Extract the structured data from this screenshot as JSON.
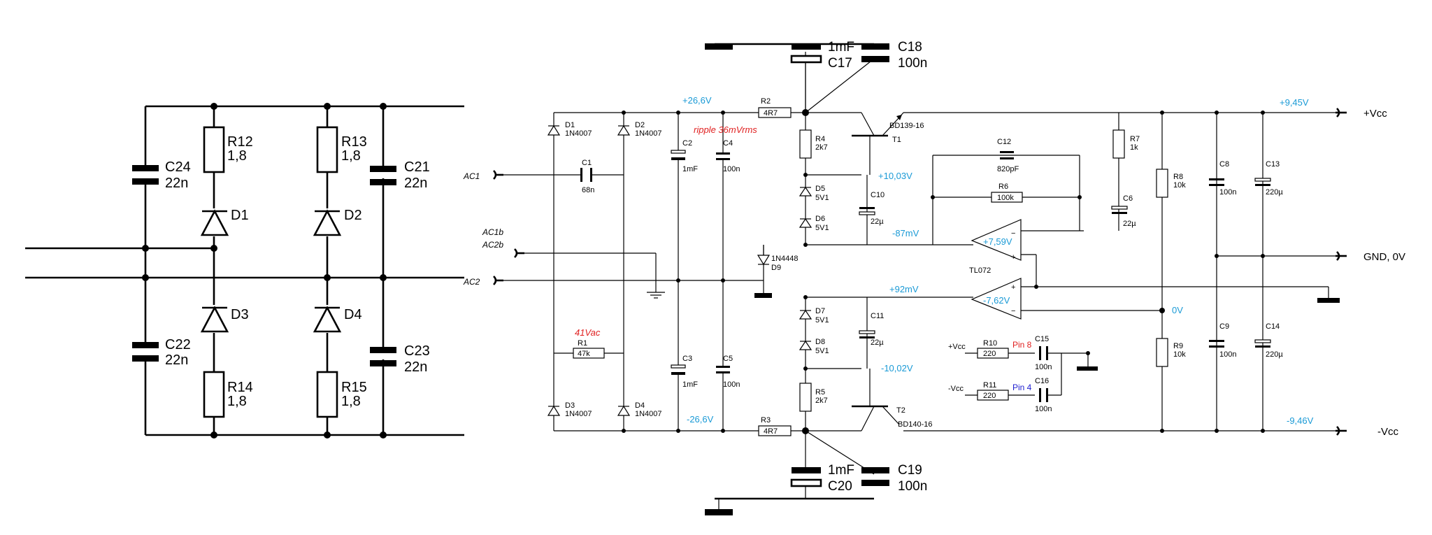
{
  "left": {
    "components": {
      "C24": {
        "name": "C24",
        "value": "22n"
      },
      "C21": {
        "name": "C21",
        "value": "22n"
      },
      "C22": {
        "name": "C22",
        "value": "22n"
      },
      "C23": {
        "name": "C23",
        "value": "22n"
      },
      "R12": {
        "name": "R12",
        "value": "1,8"
      },
      "R13": {
        "name": "R13",
        "value": "1,8"
      },
      "R14": {
        "name": "R14",
        "value": "1,8"
      },
      "R15": {
        "name": "R15",
        "value": "1,8"
      },
      "D1": "D1",
      "D2": "D2",
      "D3": "D3",
      "D4": "D4"
    }
  },
  "right": {
    "inputs": {
      "ac1": "AC1",
      "ac1b": "AC1b",
      "ac2b": "AC2b",
      "ac2": "AC2"
    },
    "outputs": {
      "vcc_pos": "+Vcc",
      "gnd": "GND, 0V",
      "vcc_neg": "-Vcc"
    },
    "diodes": {
      "D1": {
        "name": "D1",
        "value": "1N4007"
      },
      "D2": {
        "name": "D2",
        "value": "1N4007"
      },
      "D3": {
        "name": "D3",
        "value": "1N4007"
      },
      "D4": {
        "name": "D4",
        "value": "1N4007"
      },
      "D5": {
        "name": "D5",
        "value": "5V1"
      },
      "D6": {
        "name": "D6",
        "value": "5V1"
      },
      "D7": {
        "name": "D7",
        "value": "5V1"
      },
      "D8": {
        "name": "D8",
        "value": "5V1"
      },
      "D9": {
        "name": "D9",
        "value": "1N4448"
      }
    },
    "capacitors": {
      "C1": {
        "name": "C1",
        "value": "68n"
      },
      "C2": {
        "name": "C2",
        "value": "1mF"
      },
      "C3": {
        "name": "C3",
        "value": "1mF"
      },
      "C4": {
        "name": "C4",
        "value": "100n"
      },
      "C5": {
        "name": "C5",
        "value": "100n"
      },
      "C6": {
        "name": "C6",
        "value": "22µ"
      },
      "C8": {
        "name": "C8",
        "value": "100n"
      },
      "C9": {
        "name": "C9",
        "value": "100n"
      },
      "C10": {
        "name": "C10",
        "value": "22µ"
      },
      "C11": {
        "name": "C11",
        "value": "22µ"
      },
      "C12": {
        "name": "C12",
        "value": "820pF"
      },
      "C13": {
        "name": "C13",
        "value": "220µ"
      },
      "C14": {
        "name": "C14",
        "value": "220µ"
      },
      "C15": {
        "name": "C15",
        "value": "100n"
      },
      "C16": {
        "name": "C16",
        "value": "100n"
      },
      "C17": {
        "name": "C17",
        "value": "1mF"
      },
      "C18": {
        "name": "C18",
        "value": "100n"
      },
      "C19": {
        "name": "C19",
        "value": "100n"
      },
      "C20": {
        "name": "C20",
        "value": "1mF"
      }
    },
    "resistors": {
      "R1": {
        "name": "R1",
        "value": "47k"
      },
      "R2": {
        "name": "R2",
        "value": "4R7"
      },
      "R3": {
        "name": "R3",
        "value": "4R7"
      },
      "R4": {
        "name": "R4",
        "value": "2k7"
      },
      "R5": {
        "name": "R5",
        "value": "2k7"
      },
      "R6": {
        "name": "R6",
        "value": "100k"
      },
      "R7": {
        "name": "R7",
        "value": "1k"
      },
      "R8": {
        "name": "R8",
        "value": "10k"
      },
      "R9": {
        "name": "R9",
        "value": "10k"
      },
      "R10": {
        "name": "R10",
        "value": "220"
      },
      "R11": {
        "name": "R11",
        "value": "220"
      }
    },
    "transistors": {
      "T1": {
        "name": "T1",
        "value": "BD139-16"
      },
      "T2": {
        "name": "T2",
        "value": "BD140-16"
      }
    },
    "opamp": {
      "name": "TL072",
      "upper_out": "+7,59V",
      "lower_out": "-7,62V"
    },
    "voltages": {
      "v_pos_rect": "+26,6V",
      "v_neg_rect": "-26,6V",
      "v_pos_zener": "+10,03V",
      "v_neg_zener": "-10,02V",
      "v_upper_in": "-87mV",
      "v_lower_in": "+92mV",
      "v_pos_out": "+9,45V",
      "v_neg_out": "-9,46V",
      "v_mid": "0V"
    },
    "annotations": {
      "ripple": "ripple 36mVrms",
      "ac_vac": "41Vac",
      "pin8": "Pin 8",
      "pin4": "Pin 4",
      "bypass_pos": "+Vcc",
      "bypass_neg": "-Vcc"
    }
  }
}
